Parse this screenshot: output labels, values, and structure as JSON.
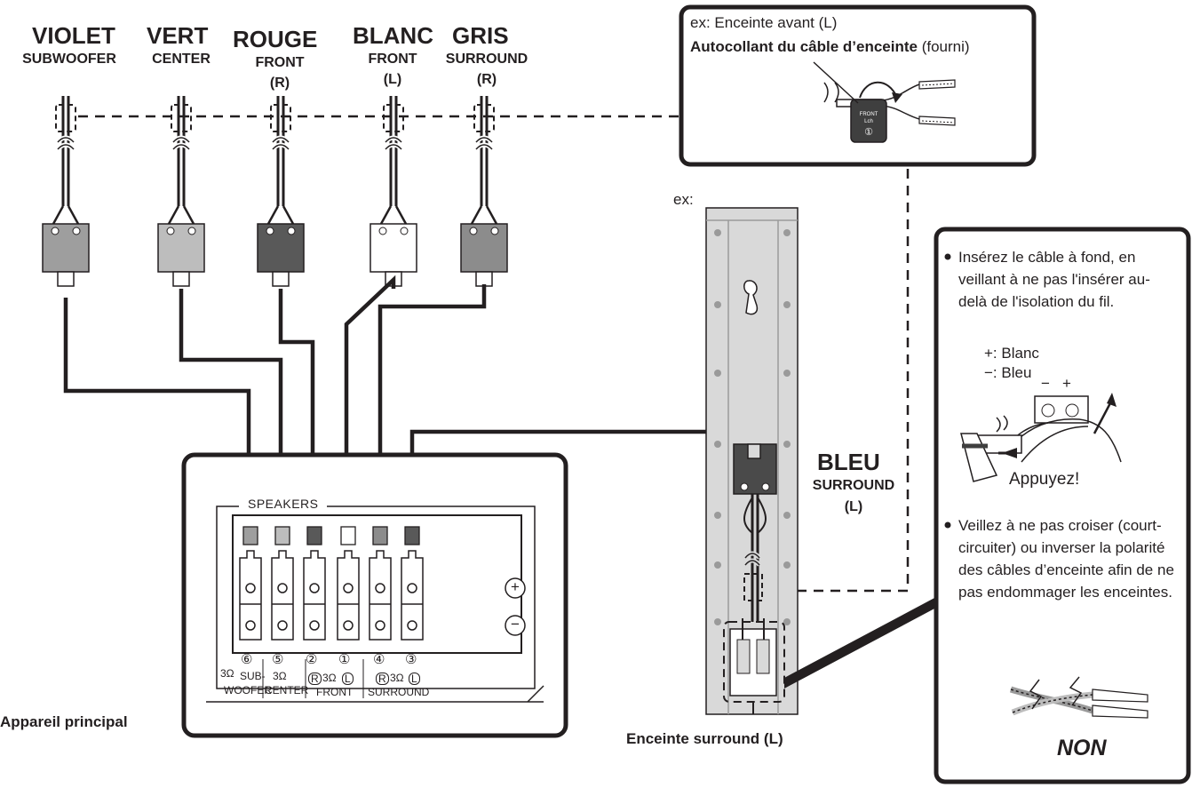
{
  "cables": [
    {
      "color_name": "VIOLET",
      "role": "SUBWOOFER",
      "side": "",
      "shade": "#9e9e9e",
      "port_label": "3Ω SUB-WOOFER",
      "num": "⑥"
    },
    {
      "color_name": "VERT",
      "role": "CENTER",
      "side": "",
      "shade": "#bdbdbd",
      "port_label": "3Ω CENTER",
      "num": "⑤"
    },
    {
      "color_name": "ROUGE",
      "role": "FRONT",
      "side": "(R)",
      "shade": "#595959",
      "port_label": "R",
      "num": "②"
    },
    {
      "color_name": "BLANC",
      "role": "FRONT",
      "side": "(L)",
      "shade": "#ffffff",
      "port_label": "L",
      "num": "①"
    },
    {
      "color_name": "GRIS",
      "role": "SURROUND",
      "side": "(R)",
      "shade": "#8c8c8c",
      "port_label": "R",
      "num": "④"
    }
  ],
  "surround_cable": {
    "color_name": "BLEU",
    "role": "SURROUND",
    "side": "(L)"
  },
  "sticker_box": {
    "example": "ex: Enceinte avant  (L)",
    "title_bold": "Autocollant du câble d’enceinte",
    "title_rest": " (fourni)",
    "tag_line1": "FRONT",
    "tag_line2": "Lch",
    "tag_num": "①"
  },
  "ex_label": "ex:",
  "main_unit": {
    "caption": "Appareil principal",
    "panel_title": "SPEAKERS",
    "plus": "+",
    "minus": "−",
    "ohm": "3Ω",
    "sub": "SUB-",
    "woofer": "WOOFER",
    "center": "CENTER",
    "front": "FRONT",
    "surround": "SURROUND",
    "r": "R",
    "l": "L",
    "nums": [
      "⑥",
      "⑤",
      "②",
      "①",
      "④",
      "③"
    ]
  },
  "surround_speaker": {
    "caption": "Enceinte surround (L)"
  },
  "notes": {
    "bullet1": "Insérez le câble à fond, en veillant à ne pas l'insérer au-delà de l'isolation du fil.",
    "plus_label": "+: Blanc",
    "minus_label": "−: Bleu",
    "terminal_minus": "−",
    "terminal_plus": "+",
    "press": "Appuyez!",
    "bullet2": "Veillez à ne pas croiser (court-circuiter) ou inverser la polarité des câbles d’enceinte afin de ne pas endommager les enceintes.",
    "no": "NON"
  },
  "colors": {
    "ink": "#231f20",
    "white_jack": "#ffffff",
    "speaker_body": "#d9d9d9",
    "blue_jack": "#4a4a4a",
    "panel_jack3": "#595959"
  }
}
